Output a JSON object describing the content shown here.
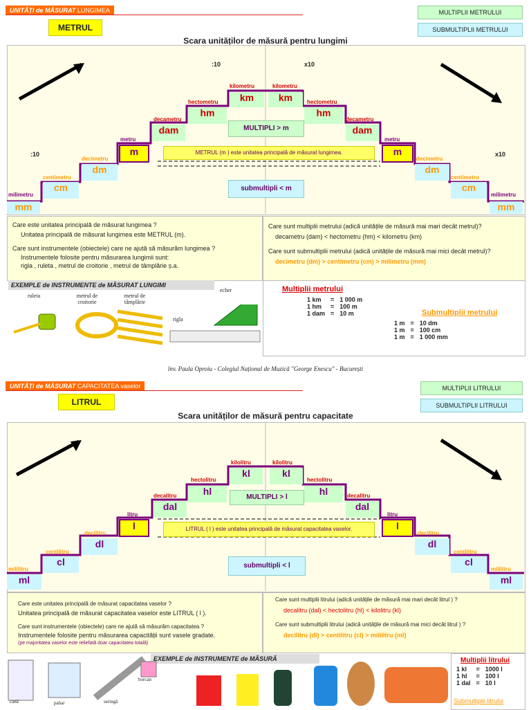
{
  "length": {
    "header_tag": "UNITĂȚI de MĂSURAT",
    "header_topic": "LUNGIMEA",
    "title": "METRUL",
    "multiples_pill": "MULTIPLII METRULUI",
    "submultiples_pill": "SUBMULTIPLII METRULUI",
    "scale_title": "Scara unităților de măsură pentru lungimi",
    "steps": [
      "mm",
      "cm",
      "dm",
      "m",
      "dam",
      "hm",
      "km",
      "km",
      "hm",
      "dam",
      "m",
      "dm",
      "cm",
      "mm"
    ],
    "step_labels": [
      "milimetru",
      "centimetru",
      "decimetru",
      "metru",
      "decametru",
      "hectometru",
      "kilometru",
      "kilometru",
      "hectometru",
      "decametru",
      "metru",
      "decimetru",
      "centimetru",
      "milimetru"
    ],
    "div_label": ":10",
    "mul_label": "x10",
    "multiples_band": "MULTIPLI > m",
    "main_band": "METRUL (m ) este unitatea principală de măsurat lungimea.",
    "submultiples_band": "submultipli < m",
    "q1": "Care este unitatea principală de măsurat  lungimea ?",
    "a1": "Unitatea principală de măsurat lungimea este METRUL (m).",
    "q2": "Care sunt instrumentele (obiectele) care ne ajută să măsurăm  lungimea ?",
    "a2": "Instrumentele folosite pentru măsurarea lungimii sunt:",
    "a2_list": "rigla ,  ruleta ,  metrul de croitorie ,  metrul de tâmplărie  ș.a.",
    "q3": "Care sunt multiplii metrului (adică unitățile de măsură mai mari decât metrul)?",
    "a3": "decametru (dam)  <  hectometru (hm)  <  kilometru (km)",
    "q4": "Care sunt submultiplii metrului (adică unitățile de măsură mai mici decât metrul)?",
    "a4": "decimetru (dm)  >  centimetru (cm)  >  milimetru (mm)",
    "examples_title": "EXEMPLE de INSTRUMENTE de MĂSURAT LUNGIMI",
    "instruments": [
      "ruleta",
      "metrul de croitorie",
      "metrul de tâmplărie",
      "rigla",
      "echer"
    ],
    "mult_title": "Multiplii metrului",
    "mult_rows": [
      [
        "1 km",
        "=",
        "1 000 m"
      ],
      [
        "1 hm",
        "=",
        "100 m"
      ],
      [
        "1 dam",
        "=",
        "10 m"
      ]
    ],
    "sub_title": "Submultiplii metrului",
    "sub_rows": [
      [
        "1 m",
        "=",
        "10 dm"
      ],
      [
        "1 m",
        "=",
        "100 cm"
      ],
      [
        "1 m",
        "=",
        "1 000 mm"
      ]
    ],
    "footer": "înv. Paula Oproiu - Colegiul Național de Muzică \"George Enescu\" - București"
  },
  "capacity": {
    "header_tag": "UNITĂȚI de MĂSURAT",
    "header_topic": "CAPACITATEA vaselor",
    "title": "LITRUL",
    "multiples_pill": "MULTIPLII LITRULUI",
    "submultiples_pill": "SUBMULTIPLII LITRULUI",
    "scale_title": "Scara unităților de măsură pentru capacitate",
    "steps": [
      "ml",
      "cl",
      "dl",
      "l",
      "dal",
      "hl",
      "kl",
      "kl",
      "hl",
      "dal",
      "l",
      "dl",
      "cl",
      "ml"
    ],
    "step_labels": [
      "mililitru",
      "centilitru",
      "decilitru",
      "litru",
      "decalitru",
      "hectolitru",
      "kilolitru",
      "kilolitru",
      "hectolitru",
      "decalitru",
      "litru",
      "decilitru",
      "centilitru",
      "mililitru"
    ],
    "multiples_band": "MULTIPLI > l",
    "main_band": "LITRUL ( l ) este unitatea principală de măsurat capacitatea vaselor.",
    "submultiples_band": "submultipli < l",
    "q1": "Care este unitatea principală de măsurat  capacitatea vaselor ?",
    "a1": "Unitatea principală de măsurat capacitatea vaselor este LITRUL ( l ).",
    "q2": "Care sunt instrumentele (obiectele) care ne ajută să măsurăm  capacitatea ?",
    "a2": "Instrumentele folosite pentru măsurarea capacității sunt  vasele gradate.",
    "a2_note": "(pe majoritatea vaselor este reliefată doar capacitatea totală)",
    "q3": "Care sunt multiplii litrului (adică unitățile de măsură mai mari decât litrul ) ?",
    "a3": "decalitru (dal)   <   hectolitru (hl)   <   kilolitru (kl)",
    "q4": "Care sunt submultiplii litrului (adică unitățile de măsură mai mici decât litrul ) ?",
    "a4": "decilitru (dl)   >   centilitru (cl)   >   mililitru (ml)",
    "examples_title": "EXEMPLE de INSTRUMENTE de MĂSURĂ",
    "instruments": [
      "cană",
      "pahar",
      "seringă",
      "borcan"
    ],
    "mult_title": "Multiplii litrului",
    "mult_rows": [
      [
        "1 kl",
        "=",
        "1000 l"
      ],
      [
        "1 hl",
        "=",
        "100 l"
      ],
      [
        "1 dal",
        "=",
        "10 l"
      ]
    ],
    "sub_title": "Submultiplii litrului"
  },
  "colors": {
    "accent": "#ff6a00",
    "stair": "#7a007a",
    "yellow": "#ffff00",
    "cyan": "#ccf5ff",
    "green": "#ccffcc",
    "red": "#dd0000"
  }
}
